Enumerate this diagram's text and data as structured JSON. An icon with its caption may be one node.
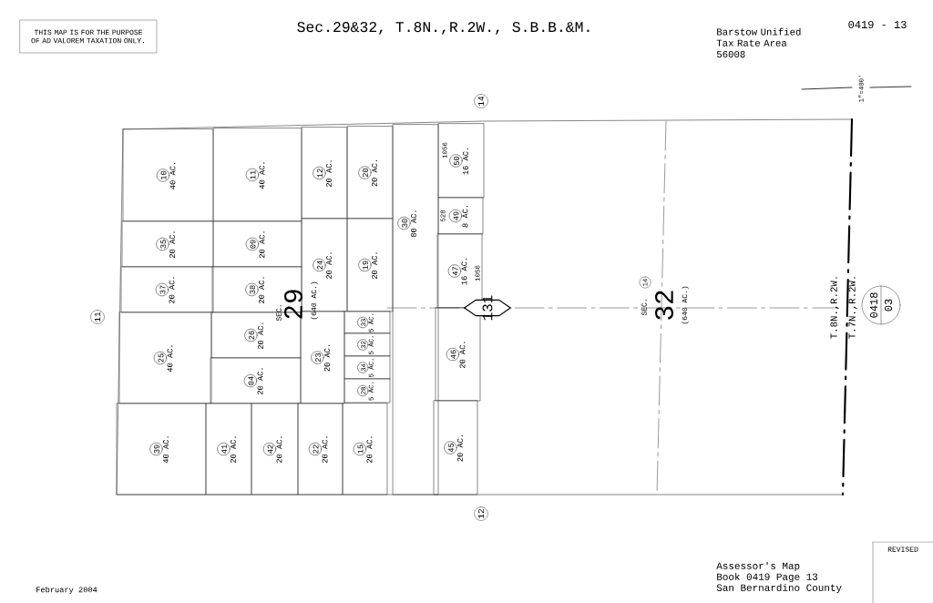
{
  "diagram": {
    "title": "Sec.29&32, T.8N.,R.2W., S.B.B.&M.",
    "nodes": [
      {
        "text": [
          "THIS MAP IS FOR THE PURPOSE OF AD VALOREM TAXATION ONLY."
        ]
      },
      {
        "text": [
          "10",
          "40 AC."
        ]
      },
      {
        "text": [
          "11",
          "40 AC."
        ]
      },
      {
        "text": [
          "12",
          "20 AC."
        ]
      },
      {
        "text": [
          "20",
          "20 AC."
        ]
      },
      {
        "text": [
          "35",
          "20 AC."
        ]
      },
      {
        "text": [
          "09",
          "20 AC."
        ]
      },
      {
        "text": [
          "24",
          "20 AC."
        ]
      },
      {
        "text": [
          "19",
          "20 AC."
        ]
      },
      {
        "text": [
          "37",
          "20 AC."
        ]
      },
      {
        "text": [
          "38",
          "20 AC."
        ]
      },
      {
        "text": [
          "25",
          "40 AC."
        ]
      },
      {
        "text": [
          "26",
          "20 AC."
        ]
      },
      {
        "text": [
          "04",
          "20 AC."
        ]
      },
      {
        "text": [
          "23",
          "20 AC."
        ]
      },
      {
        "text": [
          "33",
          "5 AC."
        ]
      },
      {
        "text": [
          "32",
          "5 AC."
        ]
      },
      {
        "text": [
          "34",
          "5 AC."
        ]
      },
      {
        "text": [
          "28",
          "5 AC."
        ]
      },
      {
        "text": [
          "39",
          "40 AC."
        ]
      },
      {
        "text": [
          "41",
          "20 AC."
        ]
      },
      {
        "text": [
          "42",
          "20 AC."
        ]
      },
      {
        "text": [
          "22",
          "20 AC."
        ]
      },
      {
        "text": [
          "15",
          "20 AC."
        ]
      },
      {
        "text": [
          "30",
          "80 AC."
        ]
      },
      {
        "text": [
          "50",
          "16 AC."
        ]
      },
      {
        "text": [
          "49",
          "8 AC."
        ]
      },
      {
        "text": [
          "47",
          "16 AC."
        ]
      },
      {
        "text": [
          "46",
          "20 AC."
        ]
      },
      {
        "text": [
          "45",
          "20 AC."
        ]
      }
    ],
    "labels": [
      "Barstow Unified Tax Rate Area 56008",
      "0419 - 13",
      "1\"=400'",
      "14",
      "11",
      "12",
      "SEC.",
      "29",
      "(640 AC.)",
      "131",
      "14",
      "SEC.",
      "32",
      "(640 AC.)",
      "T.8N.,R.2W.",
      "T.7N.,R.2W.",
      "0418",
      "03",
      "1056",
      "528",
      "1056",
      "February 2004",
      "REVISED",
      "Assessor's Map",
      "Book 0419 Page 13",
      "San Bernardino County"
    ]
  }
}
